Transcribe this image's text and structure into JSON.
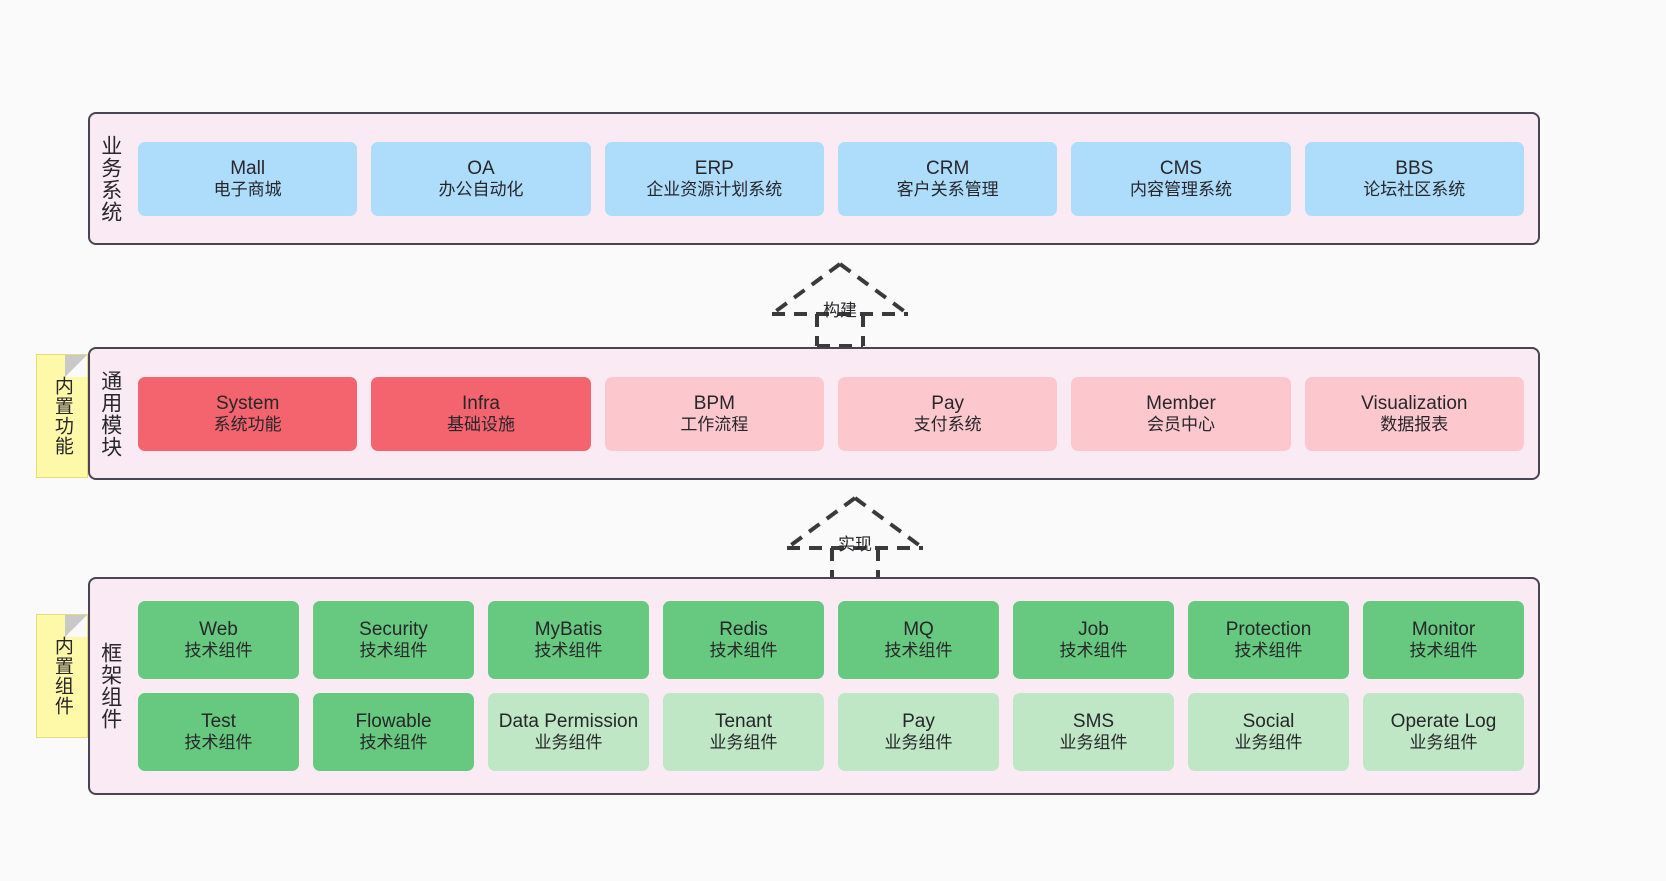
{
  "layers": [
    {
      "id": "business",
      "title": "业务系统",
      "rows": [
        [
          {
            "en": "Mall",
            "cn": "电子商城",
            "style": "c-blue"
          },
          {
            "en": "OA",
            "cn": "办公自动化",
            "style": "c-blue"
          },
          {
            "en": "ERP",
            "cn": "企业资源计划系统",
            "style": "c-blue"
          },
          {
            "en": "CRM",
            "cn": "客户关系管理",
            "style": "c-blue"
          },
          {
            "en": "CMS",
            "cn": "内容管理系统",
            "style": "c-blue"
          },
          {
            "en": "BBS",
            "cn": "论坛社区系统",
            "style": "c-blue"
          }
        ]
      ]
    },
    {
      "id": "common",
      "title": "通用模块",
      "rows": [
        [
          {
            "en": "System",
            "cn": "系统功能",
            "style": "c-red"
          },
          {
            "en": "Infra",
            "cn": "基础设施",
            "style": "c-red"
          },
          {
            "en": "BPM",
            "cn": "工作流程",
            "style": "c-pink"
          },
          {
            "en": "Pay",
            "cn": "支付系统",
            "style": "c-pink"
          },
          {
            "en": "Member",
            "cn": "会员中心",
            "style": "c-pink"
          },
          {
            "en": "Visualization",
            "cn": "数据报表",
            "style": "c-pink"
          }
        ]
      ]
    },
    {
      "id": "framework",
      "title": "框架组件",
      "rows": [
        [
          {
            "en": "Web",
            "cn": "技术组件",
            "style": "c-green"
          },
          {
            "en": "Security",
            "cn": "技术组件",
            "style": "c-green"
          },
          {
            "en": "MyBatis",
            "cn": "技术组件",
            "style": "c-green"
          },
          {
            "en": "Redis",
            "cn": "技术组件",
            "style": "c-green"
          },
          {
            "en": "MQ",
            "cn": "技术组件",
            "style": "c-green"
          },
          {
            "en": "Job",
            "cn": "技术组件",
            "style": "c-green"
          },
          {
            "en": "Protection",
            "cn": "技术组件",
            "style": "c-green"
          },
          {
            "en": "Monitor",
            "cn": "技术组件",
            "style": "c-green"
          }
        ],
        [
          {
            "en": "Test",
            "cn": "技术组件",
            "style": "c-green"
          },
          {
            "en": "Flowable",
            "cn": "技术组件",
            "style": "c-green"
          },
          {
            "en": "Data Permission",
            "cn": "业务组件",
            "style": "c-lightgreen"
          },
          {
            "en": "Tenant",
            "cn": "业务组件",
            "style": "c-lightgreen"
          },
          {
            "en": "Pay",
            "cn": "业务组件",
            "style": "c-lightgreen"
          },
          {
            "en": "SMS",
            "cn": "业务组件",
            "style": "c-lightgreen"
          },
          {
            "en": "Social",
            "cn": "业务组件",
            "style": "c-lightgreen"
          },
          {
            "en": "Operate Log",
            "cn": "业务组件",
            "style": "c-lightgreen"
          }
        ]
      ]
    }
  ],
  "notes": {
    "functions": "内置功能",
    "components": "内置组件"
  },
  "arrows": {
    "build": "构建",
    "realize": "实现"
  },
  "colors": {
    "panel_fill": "#f9eaf4",
    "panel_border": "#4a4452",
    "blue": "#aedcfb",
    "red": "#f4646e",
    "pink": "#fcc8ce",
    "green": "#66c97f",
    "light_green": "#bfe7c5",
    "note_yellow": "#fdf9a8",
    "background": "#fafafa"
  }
}
